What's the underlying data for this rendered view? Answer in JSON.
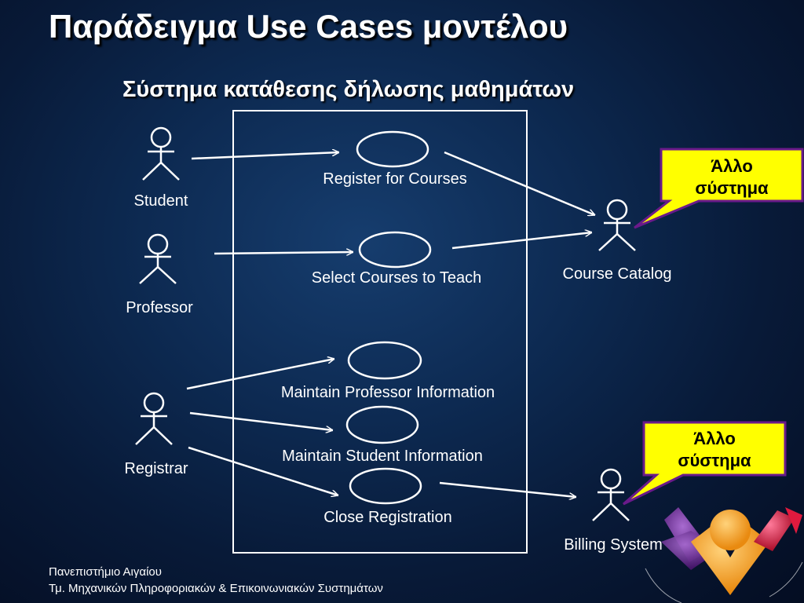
{
  "title": "Παράδειγμα Use Cases μοντέλου",
  "subtitle": "Σύστημα κατάθεσης δήλωσης μαθημάτων",
  "actors": {
    "student": "Student",
    "professor": "Professor",
    "registrar": "Registrar",
    "course_catalog": "Course Catalog",
    "billing_system": "Billing System"
  },
  "use_cases": {
    "register_for_courses": "Register for Courses",
    "select_courses_to_teach": "Select Courses to Teach",
    "maintain_professor_information": "Maintain Professor Information",
    "maintain_student_information": "Maintain Student Information",
    "close_registration": "Close Registration"
  },
  "callouts": {
    "line1": "Άλλο",
    "line2": "σύστημα"
  },
  "footer": {
    "university": "Πανεπιστήμιο Αιγαίου",
    "department": "Τμ. Μηχανικών Πληροφοριακών & Επικοινωνιακών Συστημάτων"
  },
  "colors": {
    "background": "#0d2a52",
    "callout_fill": "#ffff00",
    "callout_border": "#6a1a8a",
    "line": "#ffffff"
  },
  "icons": {
    "logo": "university-logo-icon"
  }
}
